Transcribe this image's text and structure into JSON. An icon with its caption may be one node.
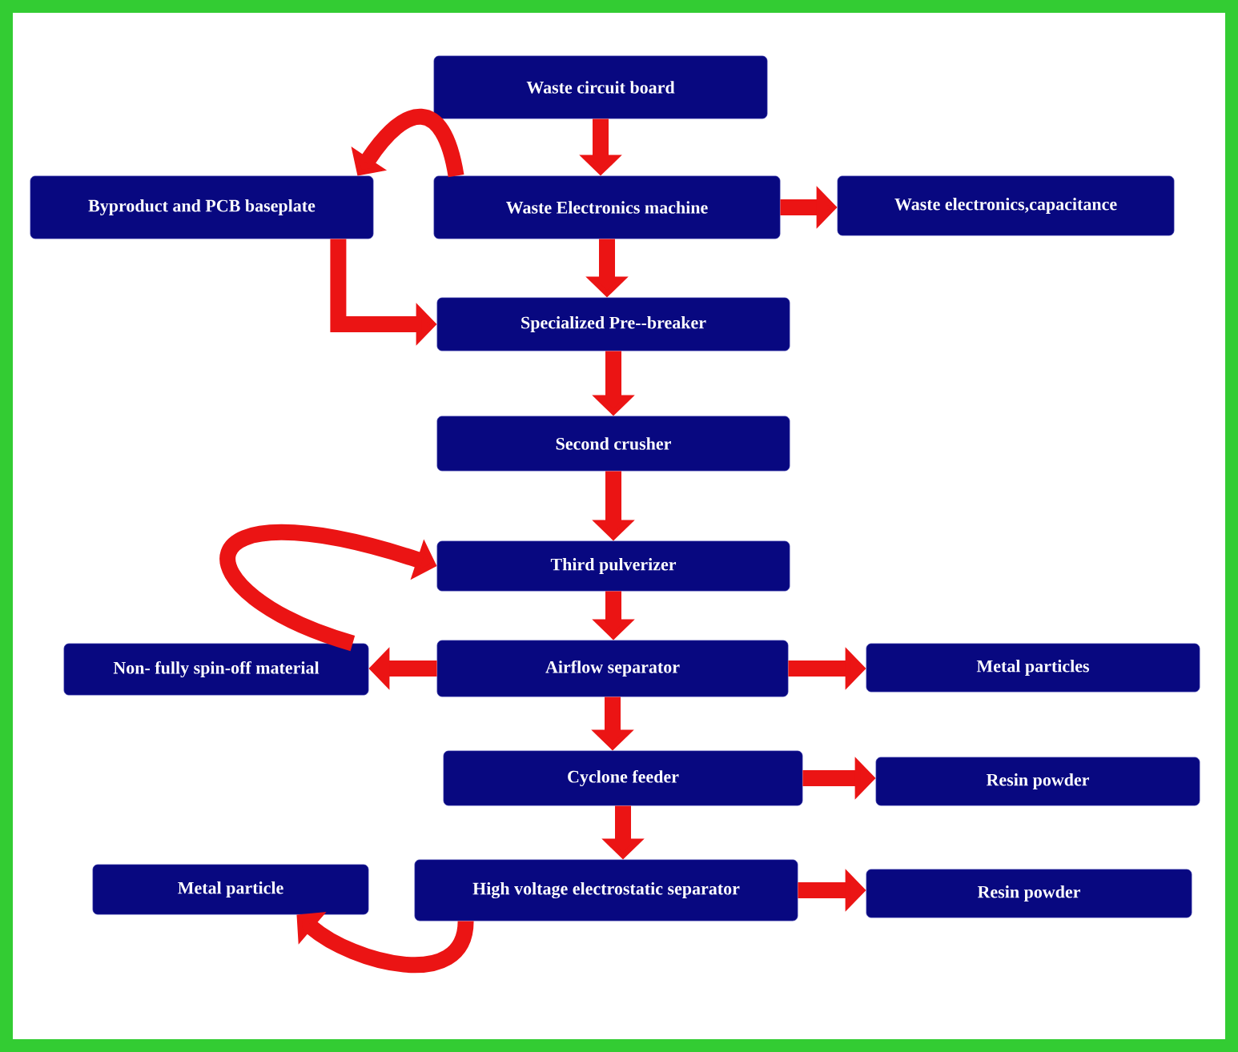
{
  "diagram": {
    "nodes": [
      {
        "text": [
          "Waste circuit board"
        ]
      },
      {
        "text": [
          "Byproduct and PCB baseplate"
        ]
      },
      {
        "text": [
          "Waste Electronics machine"
        ]
      },
      {
        "text": [
          "Waste electronics,capacitance"
        ]
      },
      {
        "text": [
          "Specialized Pre--breaker"
        ]
      },
      {
        "text": [
          "Second crusher"
        ]
      },
      {
        "text": [
          "Third pulverizer"
        ]
      },
      {
        "text": [
          "Non- fully spin-off material"
        ]
      },
      {
        "text": [
          "Airflow separator"
        ]
      },
      {
        "text": [
          "Metal particles"
        ]
      },
      {
        "text": [
          "Cyclone feeder"
        ]
      },
      {
        "text": [
          "Resin powder"
        ]
      },
      {
        "text": [
          "Metal particle"
        ]
      },
      {
        "text": [
          "High voltage electrostatic separator"
        ]
      },
      {
        "text": [
          "Resin powder"
        ]
      }
    ],
    "edges": [
      {
        "from": 0,
        "to": 2,
        "arrow": "to"
      },
      {
        "from": 2,
        "to": 1,
        "arrow": "to"
      },
      {
        "from": 2,
        "to": 3,
        "arrow": "to"
      },
      {
        "from": 1,
        "to": 4,
        "arrow": "to"
      },
      {
        "from": 2,
        "to": 4,
        "arrow": "to"
      },
      {
        "from": 4,
        "to": 5,
        "arrow": "to"
      },
      {
        "from": 5,
        "to": 6,
        "arrow": "to"
      },
      {
        "from": 6,
        "to": 8,
        "arrow": "to"
      },
      {
        "from": 8,
        "to": 7,
        "arrow": "to"
      },
      {
        "from": 7,
        "to": 6,
        "arrow": "to"
      },
      {
        "from": 8,
        "to": 9,
        "arrow": "to"
      },
      {
        "from": 8,
        "to": 10,
        "arrow": "to"
      },
      {
        "from": 10,
        "to": 11,
        "arrow": "to"
      },
      {
        "from": 10,
        "to": 13,
        "arrow": "to"
      },
      {
        "from": 13,
        "to": 14,
        "arrow": "to"
      },
      {
        "from": 13,
        "to": 12,
        "arrow": "to"
      }
    ]
  }
}
